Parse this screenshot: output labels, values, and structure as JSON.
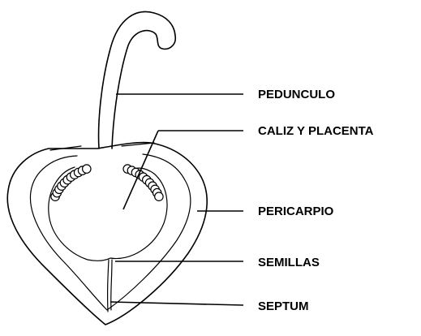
{
  "labels": {
    "pedunculo": "PEDUNCULO",
    "caliz_placenta": "CALIZ Y PLACENTA",
    "pericarpio": "PERICARPIO",
    "semillas": "SEMILLAS",
    "septum": "SEPTUM"
  },
  "colors": {
    "line": "#000000",
    "background": "#ffffff"
  }
}
